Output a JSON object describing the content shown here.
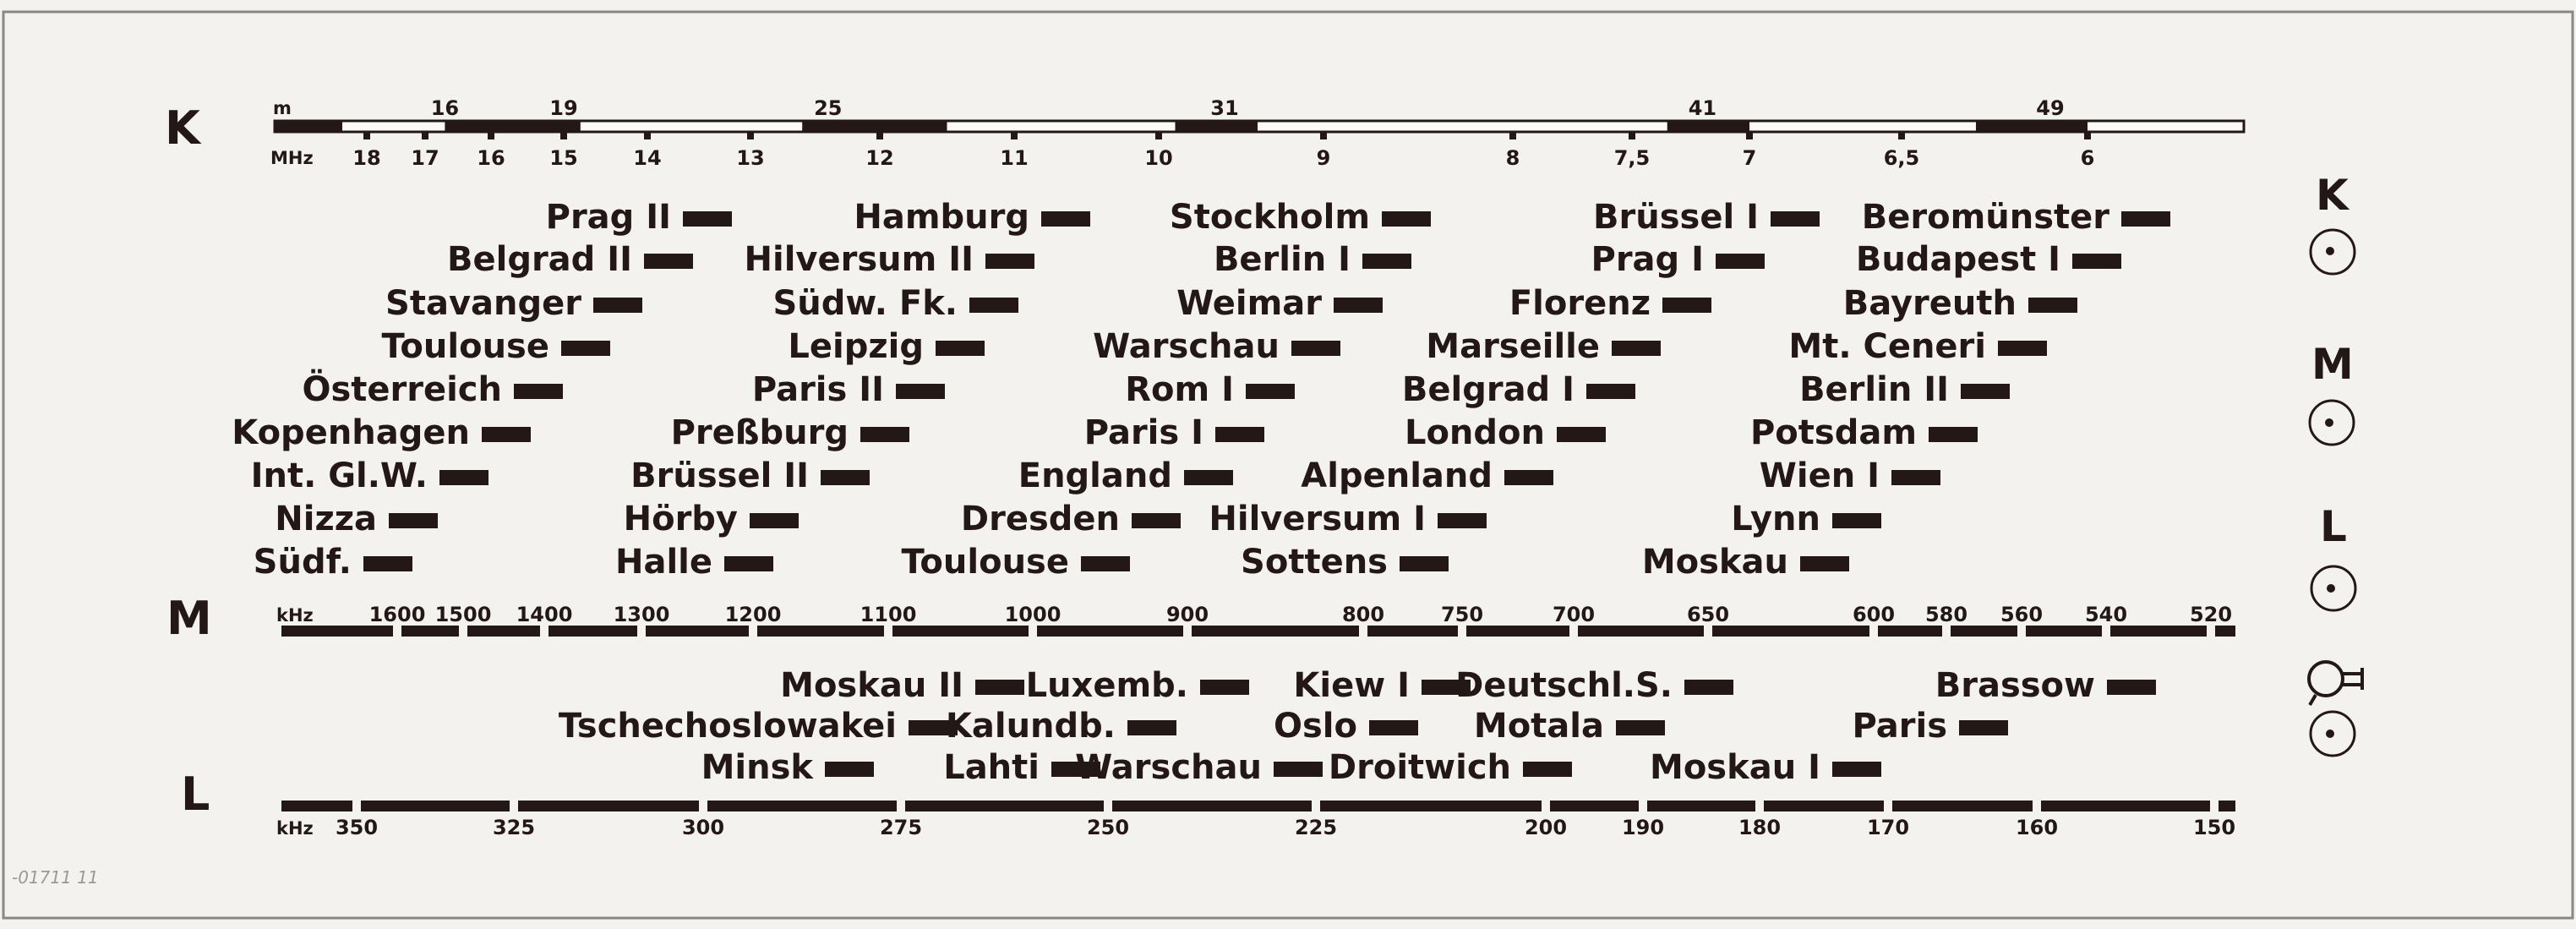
{
  "bands": {
    "k": "K",
    "m": "M",
    "l": "L"
  },
  "sw": {
    "unit_m": "m",
    "unit_mhz": "MHz",
    "meter_labels": [
      {
        "value": "16",
        "pos": 16.7
      },
      {
        "value": "19",
        "pos": 15.0
      },
      {
        "value": "25",
        "pos": 12.4
      },
      {
        "value": "31",
        "pos": 9.6
      },
      {
        "value": "41",
        "pos": 7.2
      },
      {
        "value": "49",
        "pos": 6.1
      }
    ],
    "freq_ticks": [
      "18",
      "17",
      "16",
      "15",
      "14",
      "13",
      "12",
      "11",
      "10",
      "9",
      "8",
      "7,5",
      "7",
      "6,5",
      "6"
    ],
    "freq_values": [
      18,
      17,
      16,
      15,
      14,
      13,
      12,
      11,
      10,
      9,
      8,
      7.5,
      7,
      6.5,
      6
    ],
    "bands_mhz": [
      [
        15.1,
        16.7
      ],
      [
        14.8,
        15.6
      ],
      [
        11.5,
        12.6
      ],
      [
        9.4,
        9.9
      ],
      [
        7.0,
        7.35
      ],
      [
        5.95,
        6.3
      ]
    ]
  },
  "sw_stations": [
    [
      "Prag II",
      "Hamburg",
      "Stockholm",
      "Brüssel I",
      "Beromünster"
    ],
    [
      "Belgrad II",
      "Hilversum II",
      "Berlin I",
      "Prag I",
      "Budapest I"
    ],
    [
      "Stavanger",
      "Südw. Fk.",
      "Weimar",
      "Florenz",
      "Bayreuth"
    ],
    [
      "Toulouse",
      "Leipzig",
      "Warschau",
      "Marseille",
      "Mt. Ceneri"
    ],
    [
      "Österreich",
      "Paris II",
      "Rom I",
      "Belgrad I",
      "Berlin II"
    ],
    [
      "Kopenhagen",
      "Preßburg",
      "Paris I",
      "London",
      "Potsdam"
    ],
    [
      "Int. Gl.W.",
      "Brüssel II",
      "England",
      "Alpenland",
      "Wien I"
    ],
    [
      "Nizza",
      "Hörby",
      "Dresden",
      "Hilversum I",
      "Lynn"
    ],
    [
      "Südf.",
      "Halle",
      "Toulouse",
      "Sottens",
      "Moskau"
    ]
  ],
  "mw": {
    "unit": "kHz",
    "ticks": [
      "1600",
      "1500",
      "1400",
      "1300",
      "1200",
      "1100",
      "1000",
      "900",
      "800",
      "750",
      "700",
      "650",
      "600",
      "580",
      "560",
      "540",
      "520"
    ],
    "values": [
      1600,
      1500,
      1400,
      1300,
      1200,
      1100,
      1000,
      900,
      800,
      750,
      700,
      650,
      600,
      580,
      560,
      540,
      520
    ]
  },
  "lw_stations": [
    [
      "Moskau II",
      "Luxemb.",
      "Kiew I",
      "Deutschl.S.",
      "Brassow"
    ],
    [
      "Tschechoslowakei",
      "Kalundb.",
      "Oslo",
      "Motala",
      "Paris"
    ],
    [
      "Minsk",
      "Lahti",
      "Warschau",
      "Droitwich",
      "Moskau I"
    ]
  ],
  "lw": {
    "unit": "kHz",
    "ticks": [
      "350",
      "325",
      "300",
      "275",
      "250",
      "225",
      "200",
      "190",
      "180",
      "170",
      "160",
      "150"
    ],
    "values": [
      350,
      325,
      300,
      275,
      250,
      225,
      200,
      190,
      180,
      170,
      160,
      150
    ]
  },
  "side": {
    "k": "K",
    "m": "M",
    "l": "L"
  },
  "footnote": "-01711   11",
  "colors": {
    "ink": "#231815",
    "paper": "#f4f2ef"
  }
}
